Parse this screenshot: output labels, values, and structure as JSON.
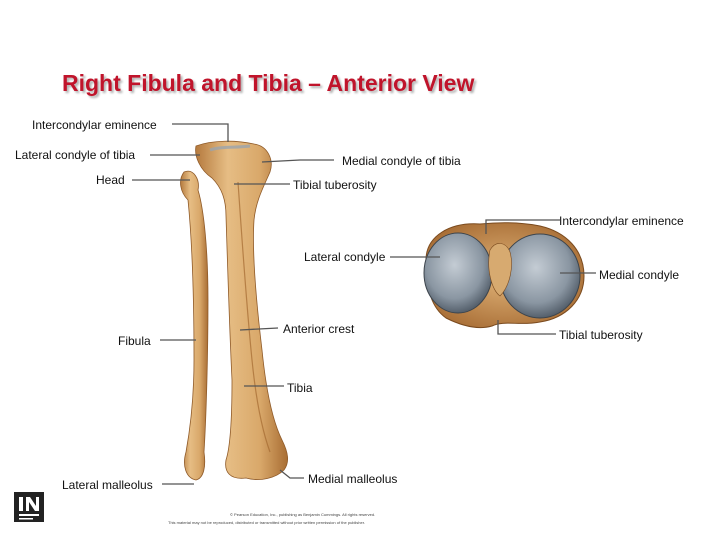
{
  "title": "Right Fibula and Tibia – Anterior View",
  "labels": {
    "intercondylar_eminence_left": "Intercondylar eminence",
    "lateral_condyle_of_tibia": "Lateral condyle of tibia",
    "head": "Head",
    "medial_condyle_of_tibia": "Medial condyle of tibia",
    "tibial_tuberosity_left": "Tibial tuberosity",
    "intercondylar_eminence_right": "Intercondylar eminence",
    "lateral_condyle": "Lateral condyle",
    "medial_condyle": "Medial condyle",
    "fibula": "Fibula",
    "anterior_crest": "Anterior crest",
    "tibial_tuberosity_right": "Tibial tuberosity",
    "tibia": "Tibia",
    "lateral_malleolus": "Lateral malleolus",
    "medial_malleolus": "Medial malleolus"
  },
  "credit": {
    "line1": "© Pearson Education, Inc., publishing as Benjamin Cummings. All rights reserved.",
    "line2": "This material may not be reproduced, distributed or transmitted without prior written permission of the publisher."
  },
  "colors": {
    "title": "#c0142b",
    "bone": "#d9a86a",
    "bone_shadow": "#b57a3e",
    "cartilage": "#8a96a2",
    "leader": "#555555"
  }
}
